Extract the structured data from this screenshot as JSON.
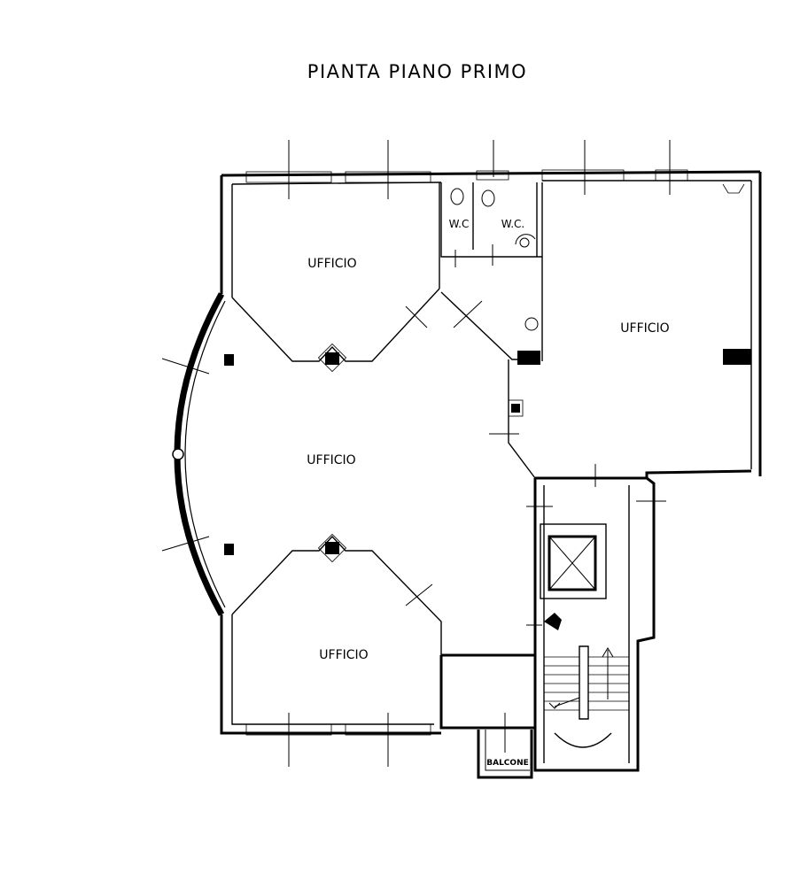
{
  "title": "PIANTA PIANO PRIMO",
  "rooms": {
    "office_top_left": "UFFICIO",
    "office_right": "UFFICIO",
    "office_center": "UFFICIO",
    "office_bottom_left": "UFFICIO",
    "wc_left": "W.C",
    "wc_right": "W.C.",
    "balcony": "BALCONE"
  }
}
